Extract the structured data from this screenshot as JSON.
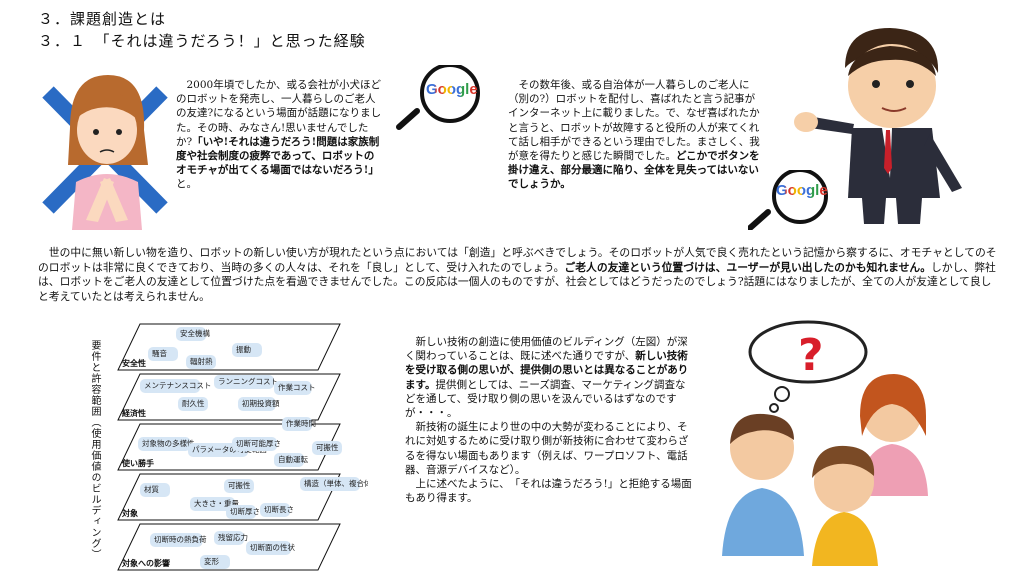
{
  "heading": {
    "section": "３．課題創造とは",
    "subsection": "３．１　「それは違うだろう！」と思った経験"
  },
  "para1": {
    "normal": "2000年頃でしたか、或る会社が小犬ほどのロボットを発売し、一人暮らしのご老人の友達?になるという場面が話題になりました。その時、みなさん!思いませんでしたか?",
    "bold": "「いや!それは違うだろう!問題は家族制度や社会制度の疲弊であって、ロボットのオモチャが出てくる場面ではないだろう!」",
    "tail": "と。"
  },
  "para2": {
    "normal": "その数年後、或る自治体が一人暮らしのご老人に（別の?）ロボットを配付し、喜ばれたと言う記事がインターネット上に載りました。で、なぜ喜ばれたかと言うと、ロボットが故障すると役所の人が来てくれて話し相手ができるという理由でした。まさしく、我が意を得たりと感じた瞬間でした。",
    "bold": "どこかでボタンを掛け違え、部分最適に陥り、全体を見失ってはいないでしょうか。"
  },
  "para3": {
    "normal1": "世の中に無い新しい物を造り、ロボットの新しい使い方が現れたという点においては「創造」と呼ぶべきでしょう。そのロボットが人気で良く売れたという記憶から察するに、オモチャとしてのそのロボットは非常に良くできており、当時の多くの人々は、それを「良し」として、受け入れたのでしょう。",
    "bold": "ご老人の友達という位置づけは、ユーザーが見い出したのかも知れません。",
    "normal2": "しかし、弊社は、ロボットをご老人の友達として位置づけた点を看過できませんでした。この反応は一個人のものですが、社会としてはどうだったのでしょう?話題にはなりましたが、全ての人が友達として良しと考えていたとは考えられません。"
  },
  "para4": {
    "normal1": "新しい技術の創造に使用価値のビルディング（左図）が深く関わっていることは、既に述べた通りですが、",
    "bold": "新しい技術を受け取る側の思いが、提供側の思いとは異なることがあります。",
    "normal2": "提供側としては、ニーズ調査、マーケティング調査などを通して、受け取り側の思いを汲んでいるはずなのですが・・・。",
    "normal3": "新技術の誕生により世の中の大勢が変わることにより、それに対処するために受け取り側が新技術に合わせて変わらざるを得ない場面もあります（例えば、ワープロソフト、電話器、音源デバイスなど）。",
    "normal4": "上に述べたように、　「それは違うだろう!」と拒絶する場面もあり得ます。"
  },
  "google": {
    "word": "Google"
  },
  "thinking": {
    "mark": "?"
  },
  "diagram": {
    "vertical_label": "要件と許容範囲（使用価値のビルディング）",
    "layers": [
      {
        "title": "安全性",
        "items": [
          "安全機構",
          "騒音",
          "振動",
          "輻射熱"
        ]
      },
      {
        "title": "経済性",
        "items": [
          "メンテナンスコスト",
          "ランニングコスト",
          "作業コスト",
          "耐久性",
          "初期投資額"
        ]
      },
      {
        "title": "使い勝手",
        "items": [
          "作業時間",
          "対象物の多様性",
          "パラメータの可変範囲",
          "切断可能厚さ",
          "可搬性",
          "自動運転"
        ]
      },
      {
        "title": "対象",
        "items": [
          "材質",
          "可搬性",
          "構造（単体、複合体）",
          "大きさ・重量",
          "切断厚さ",
          "切断長さ"
        ]
      },
      {
        "title": "対象への影響",
        "items": [
          "切断時の熱負荷",
          "残留応力",
          "変形",
          "切断面の性状"
        ]
      }
    ]
  }
}
